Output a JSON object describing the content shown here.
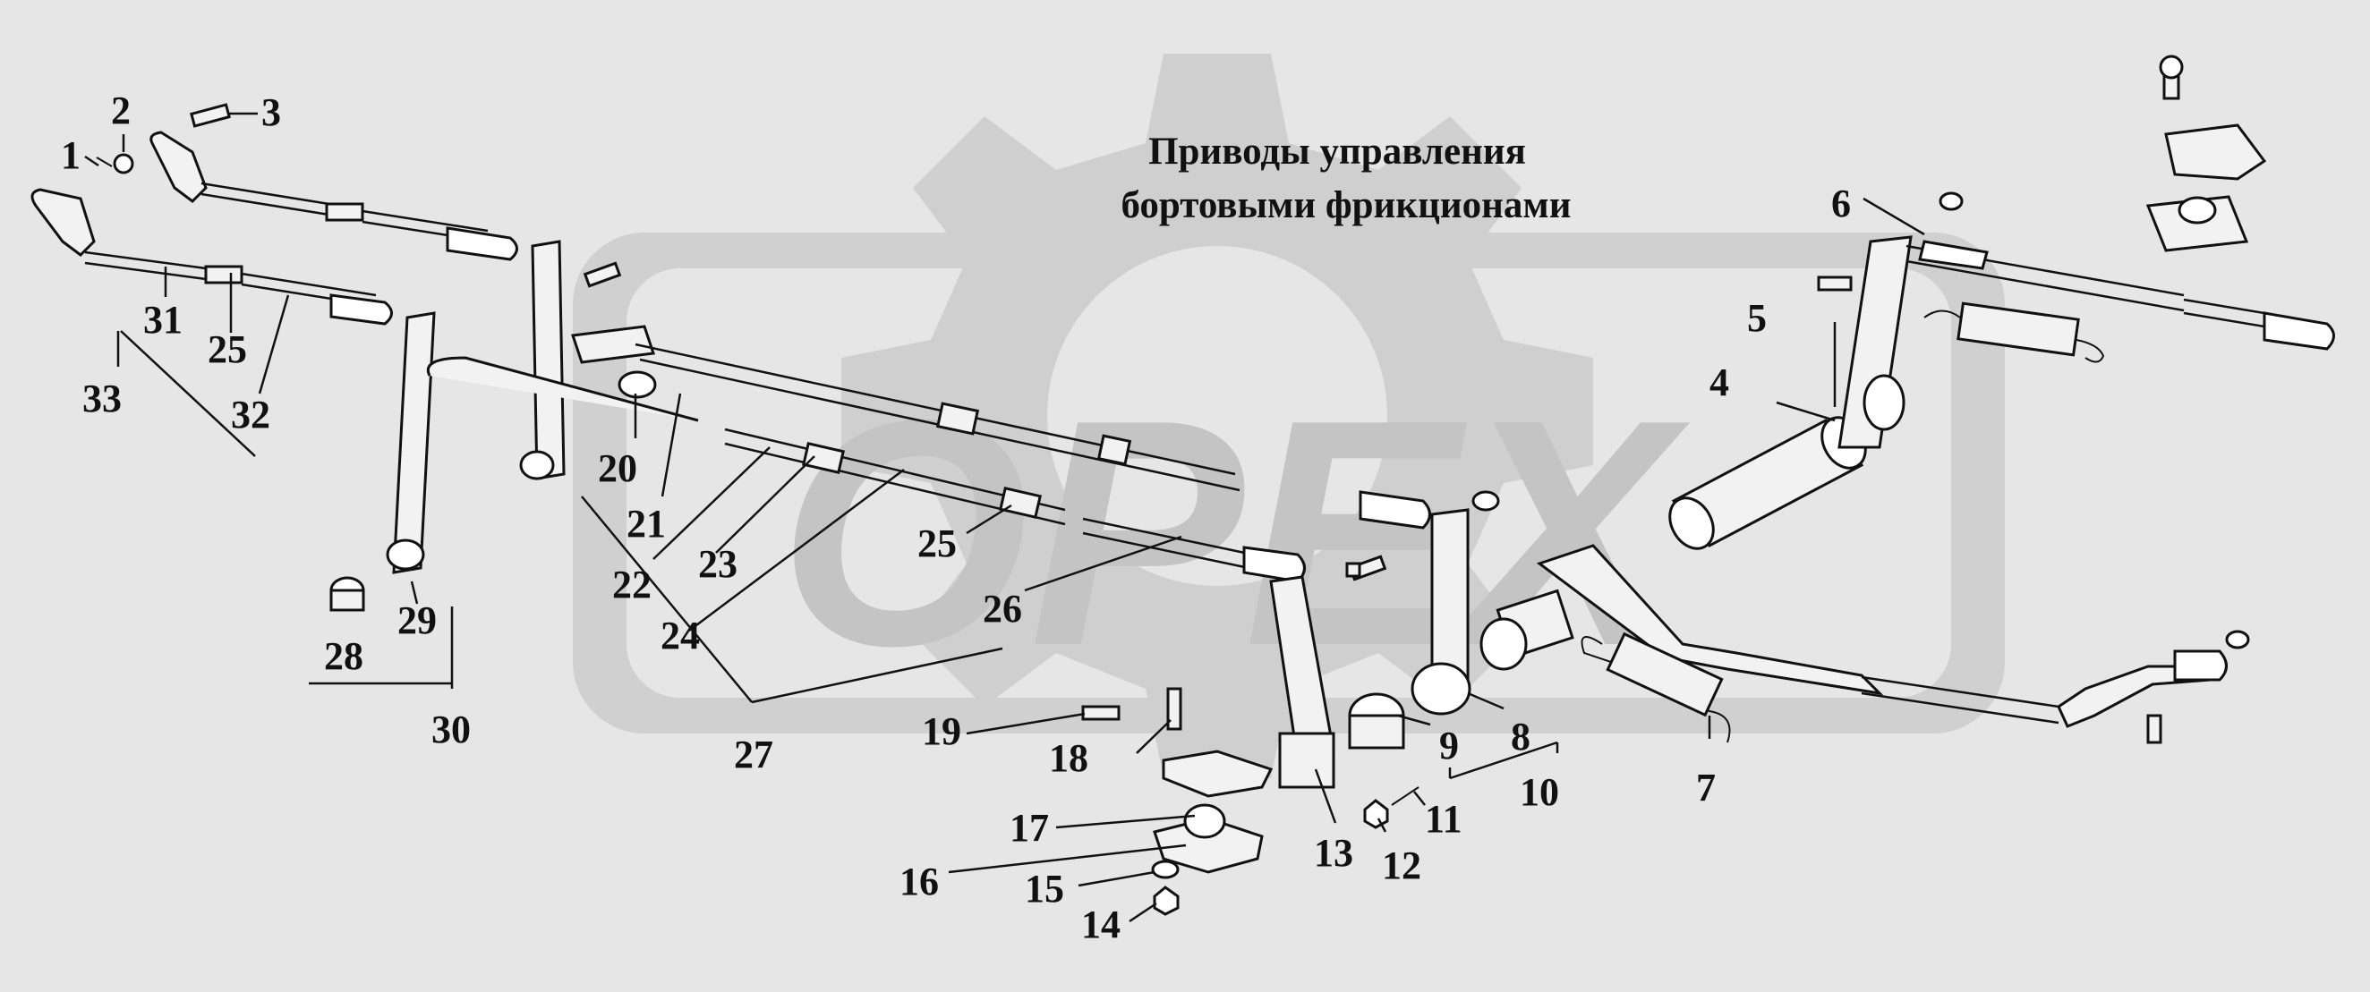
{
  "title": {
    "line1": "Приводы управления",
    "line2": "бортовыми фрикционами"
  },
  "watermark": {
    "text": "OPEX",
    "color": "#c8c8c8"
  },
  "colors": {
    "background": "#e6e6e6",
    "ink": "#111111",
    "part_fill": "#f2f2f2"
  },
  "callouts": {
    "c1": "1",
    "c2": "2",
    "c3": "3",
    "c4": "4",
    "c5": "5",
    "c6": "6",
    "c7": "7",
    "c8": "8",
    "c9": "9",
    "c10": "10",
    "c11": "11",
    "c12": "12",
    "c13": "13",
    "c14": "14",
    "c15": "15",
    "c16": "16",
    "c17": "17",
    "c18": "18",
    "c19": "19",
    "c20": "20",
    "c21": "21",
    "c22": "22",
    "c23": "23",
    "c24": "24",
    "c25a": "25",
    "c25b": "25",
    "c26": "26",
    "c27": "27",
    "c28": "28",
    "c29": "29",
    "c30": "30",
    "c31": "31",
    "c32": "32",
    "c33": "33"
  }
}
